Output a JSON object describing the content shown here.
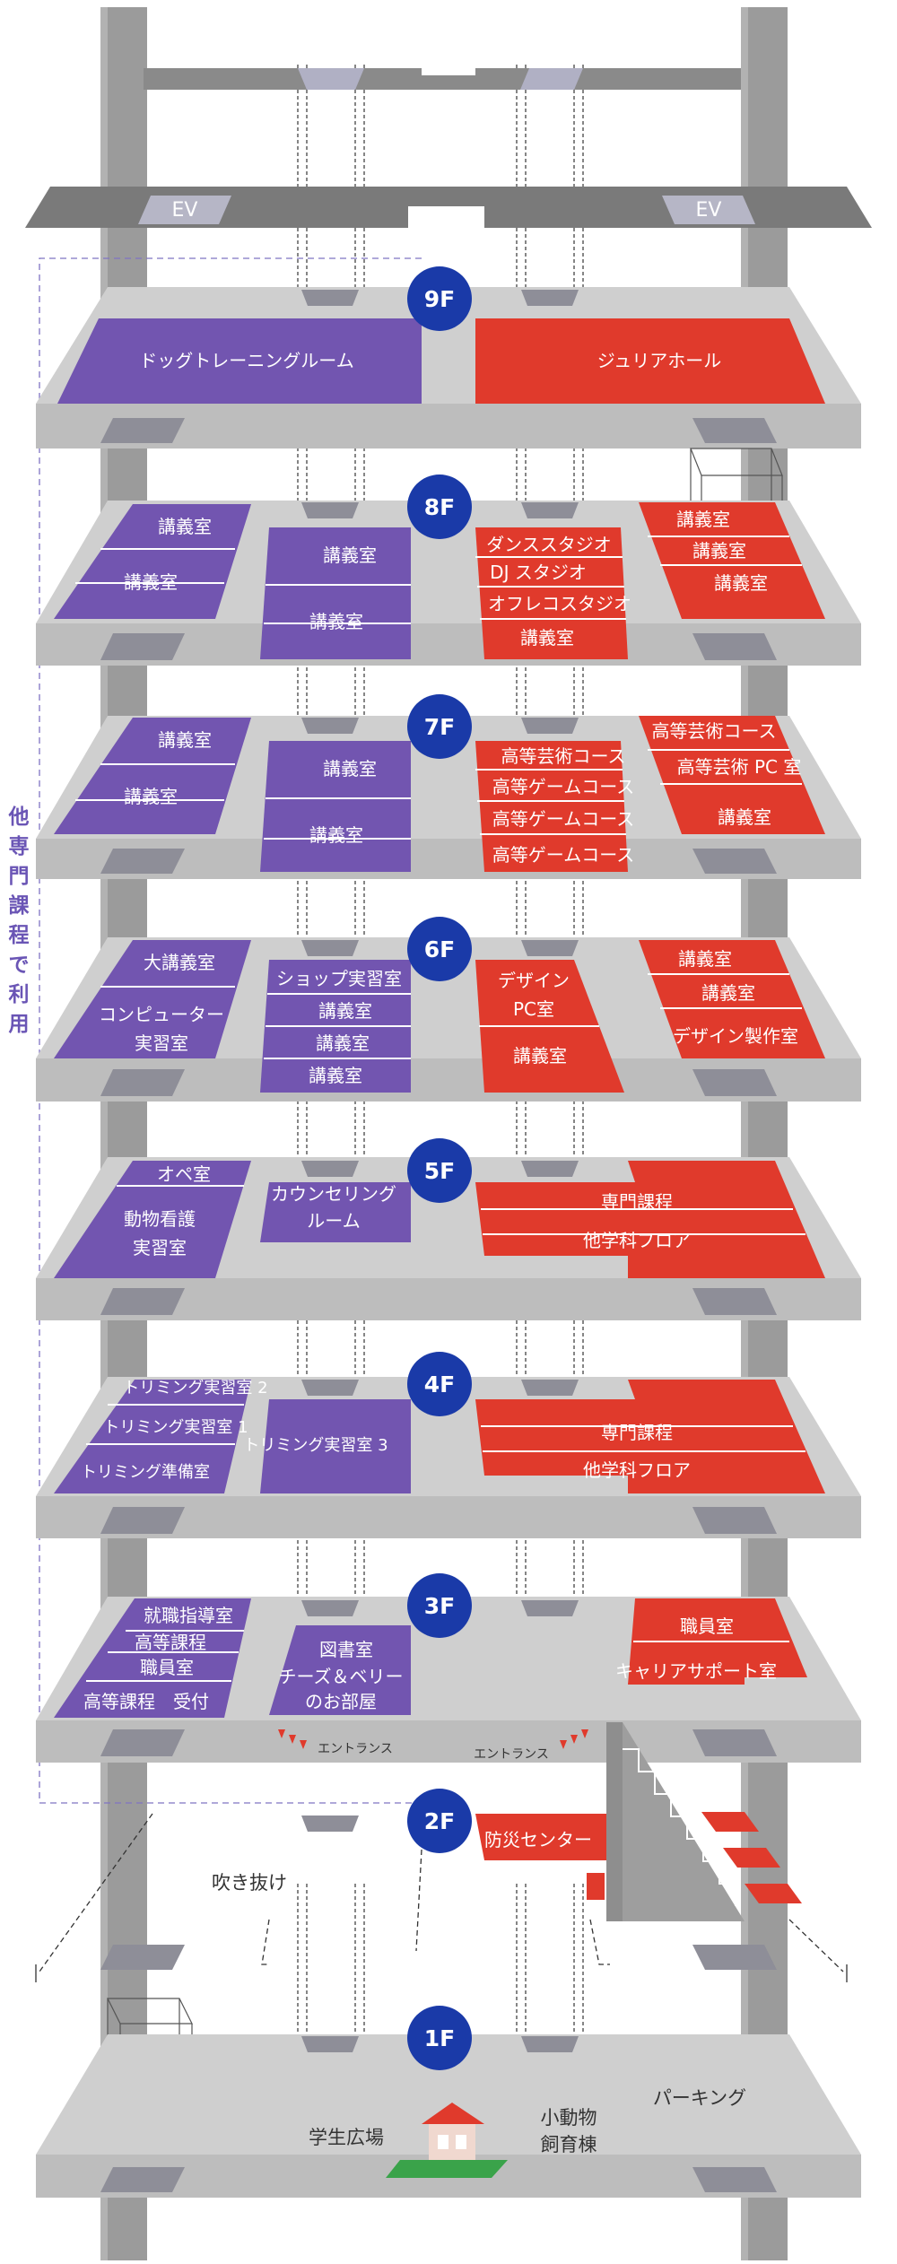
{
  "elevator_label": "EV",
  "side_note": [
    "他",
    "専",
    "門",
    "課",
    "程",
    "で",
    "利",
    "用"
  ],
  "colors": {
    "purple": "#7255b0",
    "red": "#e03a2c",
    "badge": "#1a3aa8",
    "slab": "#cfcfcf",
    "pillar": "#9b9b9b",
    "dark": "#6e6e6e"
  },
  "floors": {
    "f9": {
      "badge": "9F",
      "left": [
        "ドッグトレーニングルーム"
      ],
      "right": [
        "ジュリアホール"
      ]
    },
    "f8": {
      "badge": "8F",
      "left_a": [
        "講義室",
        "講義室"
      ],
      "left_b": [
        "講義室",
        "講義室"
      ],
      "right_a": [
        "ダンススタジオ",
        "DJ スタジオ",
        "オフレコスタジオ",
        "講義室"
      ],
      "right_b": [
        "講義室",
        "講義室",
        "講義室"
      ]
    },
    "f7": {
      "badge": "7F",
      "left_a": [
        "講義室",
        "講義室"
      ],
      "left_b": [
        "講義室",
        "講義室"
      ],
      "right_a": [
        "高等芸術コース",
        "高等ゲームコース",
        "高等ゲームコース",
        "高等ゲームコース"
      ],
      "right_b": [
        "高等芸術コース",
        "高等芸術 PC 室",
        "講義室"
      ]
    },
    "f6": {
      "badge": "6F",
      "left_a": [
        "大講義室",
        "コンピューター",
        "実習室"
      ],
      "left_b": [
        "ショップ実習室",
        "講義室",
        "講義室",
        "講義室"
      ],
      "right_a": [
        "デザイン",
        "PC室",
        "講義室"
      ],
      "right_b": [
        "講義室",
        "講義室",
        "デザイン製作室"
      ]
    },
    "f5": {
      "badge": "5F",
      "left_a": [
        "オペ室",
        "動物看護",
        "実習室"
      ],
      "left_b": [
        "カウンセリング",
        "ルーム"
      ],
      "right": [
        "専門課程",
        "他学科フロア"
      ]
    },
    "f4": {
      "badge": "4F",
      "left_a": [
        "トリミング実習室 2",
        "トリミング実習室 1",
        "トリミング準備室"
      ],
      "left_b": [
        "トリミング実習室 3"
      ],
      "right": [
        "専門課程",
        "他学科フロア"
      ]
    },
    "f3": {
      "badge": "3F",
      "left_a": [
        "就職指導室",
        "高等課程",
        "職員室",
        "高等課程　受付"
      ],
      "left_b": [
        "図書室",
        "チーズ＆ベリー",
        "のお部屋"
      ],
      "right": [
        "職員室",
        "キャリアサポート室"
      ],
      "entrance_left": "エントランス",
      "entrance_right": "エントランス"
    },
    "f2": {
      "badge": "2F",
      "void": "吹き抜け",
      "red": "防災センター"
    },
    "f1": {
      "badge": "1F",
      "plaza": "学生広場",
      "house": [
        "小動物",
        "飼育棟"
      ],
      "parking": "パーキング"
    }
  }
}
